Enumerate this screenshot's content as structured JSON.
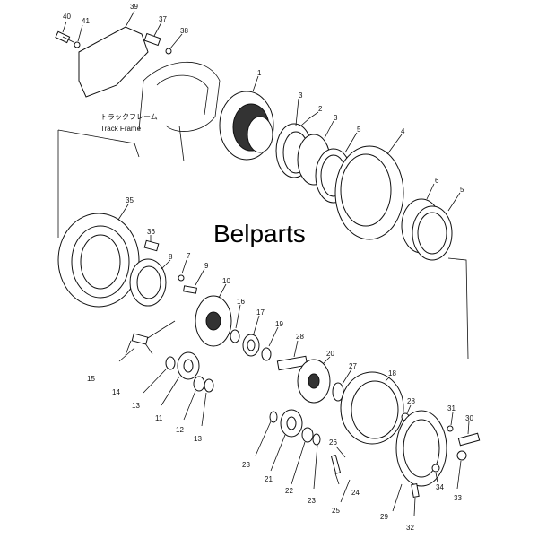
{
  "watermark": "Belparts",
  "track_frame": {
    "jp": "トラックフレーム",
    "en": "Track Frame"
  },
  "labels": {
    "p1": "1",
    "p2": "2",
    "p3a": "3",
    "p3b": "3",
    "p4": "4",
    "p5a": "5",
    "p5b": "5",
    "p6": "6",
    "p7": "7",
    "p8": "8",
    "p9": "9",
    "p10": "10",
    "p11": "11",
    "p12": "12",
    "p13a": "13",
    "p13b": "13",
    "p14": "14",
    "p15": "15",
    "p16": "16",
    "p17": "17",
    "p18": "18",
    "p19": "19",
    "p20": "20",
    "p21": "21",
    "p22": "22",
    "p23a": "23",
    "p23b": "23",
    "p24": "24",
    "p25": "25",
    "p26": "26",
    "p27": "27",
    "p28a": "28",
    "p28b": "28",
    "p29": "29",
    "p30": "30",
    "p31": "31",
    "p32": "32",
    "p33": "33",
    "p34": "34",
    "p35": "35",
    "p36": "36",
    "p37": "37",
    "p38": "38",
    "p39": "39",
    "p40": "40",
    "p41": "41"
  }
}
